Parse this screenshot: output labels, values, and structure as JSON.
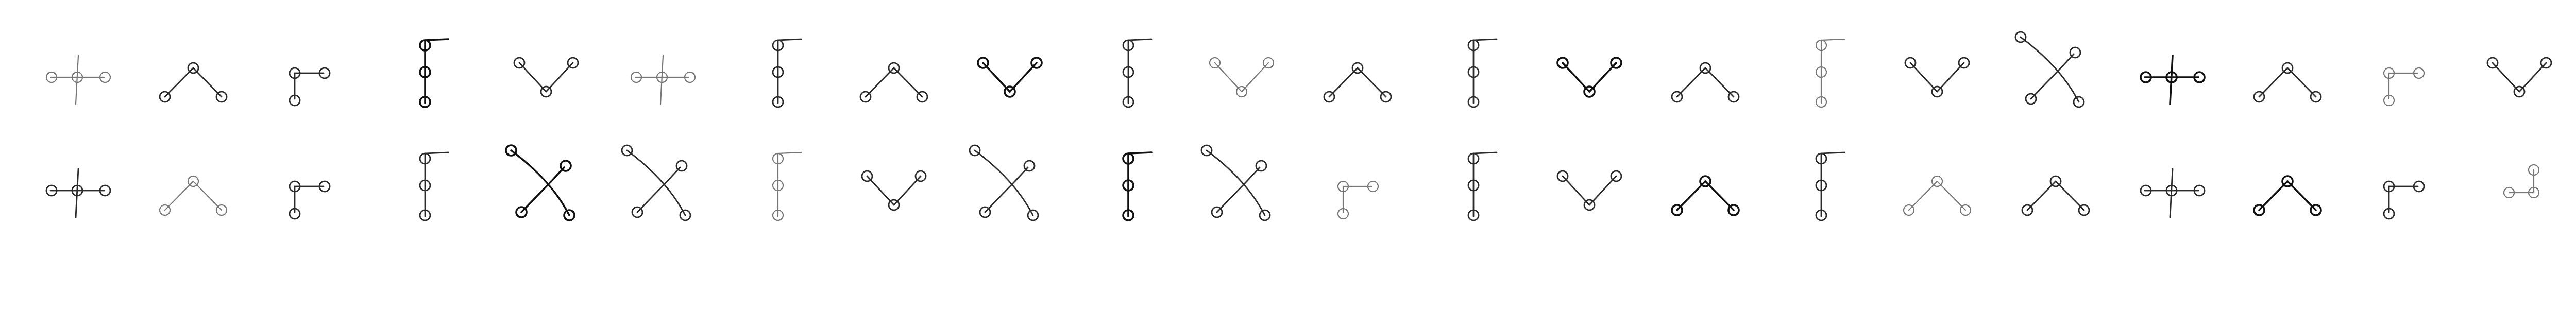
{
  "sheet": {
    "background": "#ffffff",
    "ink_color": "#2b2b2b",
    "faint_ink_color": "#777777",
    "dark_ink_color": "#111111",
    "rows": [
      {
        "glyphs": [
          {
            "shape": "cross-node"
          },
          {
            "shape": "peak"
          },
          {
            "shape": "flag-right"
          },
          {
            "shape": "pole-3"
          },
          {
            "shape": "valley"
          },
          {
            "shape": "cross-node"
          },
          {
            "shape": "pole-3"
          },
          {
            "shape": "peak"
          },
          {
            "shape": "valley"
          },
          {
            "shape": "pole-3"
          },
          {
            "shape": "valley"
          },
          {
            "shape": "peak"
          },
          {
            "shape": "pole-3"
          },
          {
            "shape": "valley"
          },
          {
            "shape": "peak"
          },
          {
            "shape": "pole-3"
          },
          {
            "shape": "valley"
          },
          {
            "shape": "slash-split"
          },
          {
            "shape": "cross-node"
          },
          {
            "shape": "peak"
          },
          {
            "shape": "flag-right"
          },
          {
            "shape": "valley"
          }
        ]
      },
      {
        "glyphs": [
          {
            "shape": "cross-node"
          },
          {
            "shape": "peak"
          },
          {
            "shape": "flag-right"
          },
          {
            "shape": "pole-3"
          },
          {
            "shape": "slash-split"
          },
          {
            "shape": "slash-split"
          },
          {
            "shape": "pole-3"
          },
          {
            "shape": "valley"
          },
          {
            "shape": "slash-split"
          },
          {
            "shape": "pole-3"
          },
          {
            "shape": "slash-split"
          },
          {
            "shape": "flag-right"
          },
          {
            "shape": "pole-3"
          },
          {
            "shape": "valley"
          },
          {
            "shape": "peak"
          },
          {
            "shape": "pole-3"
          },
          {
            "shape": "peak"
          },
          {
            "shape": "peak"
          },
          {
            "shape": "cross-node"
          },
          {
            "shape": "peak"
          },
          {
            "shape": "flag-right"
          },
          {
            "shape": "hook-left"
          }
        ]
      }
    ]
  }
}
